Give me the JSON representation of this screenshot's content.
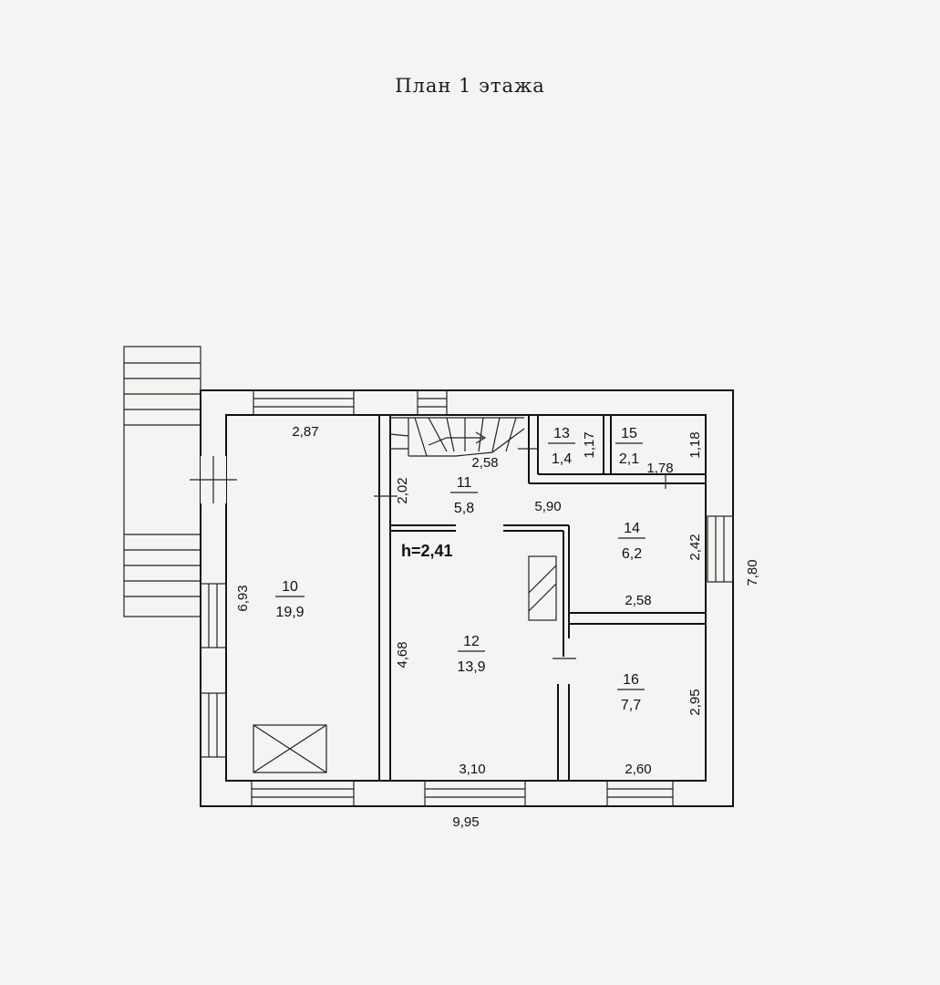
{
  "title": "План 1 этажа",
  "ceiling_height": "h=2,41",
  "rooms": [
    {
      "number": "10",
      "area": "19,9"
    },
    {
      "number": "11",
      "area": "5,8"
    },
    {
      "number": "12",
      "area": "13,9"
    },
    {
      "number": "13",
      "area": "1,4"
    },
    {
      "number": "14",
      "area": "6,2"
    },
    {
      "number": "15",
      "area": "2,1"
    },
    {
      "number": "16",
      "area": "7,7"
    }
  ],
  "dimensions": {
    "room10_width": "2,87",
    "room10_length": "6,93",
    "stair_top": "2,58",
    "room11_side": "2,02",
    "room13_side": "1,17",
    "room15_width": "1,78",
    "room15_side": "1,18",
    "hall_width": "5,90",
    "room14_side": "2,42",
    "room14_bottom": "2,58",
    "overall_depth": "7,80",
    "room12_length": "4,68",
    "room16_side": "2,95",
    "room12_bottom": "3,10",
    "room16_bottom": "2,60",
    "overall_width": "9,95"
  }
}
